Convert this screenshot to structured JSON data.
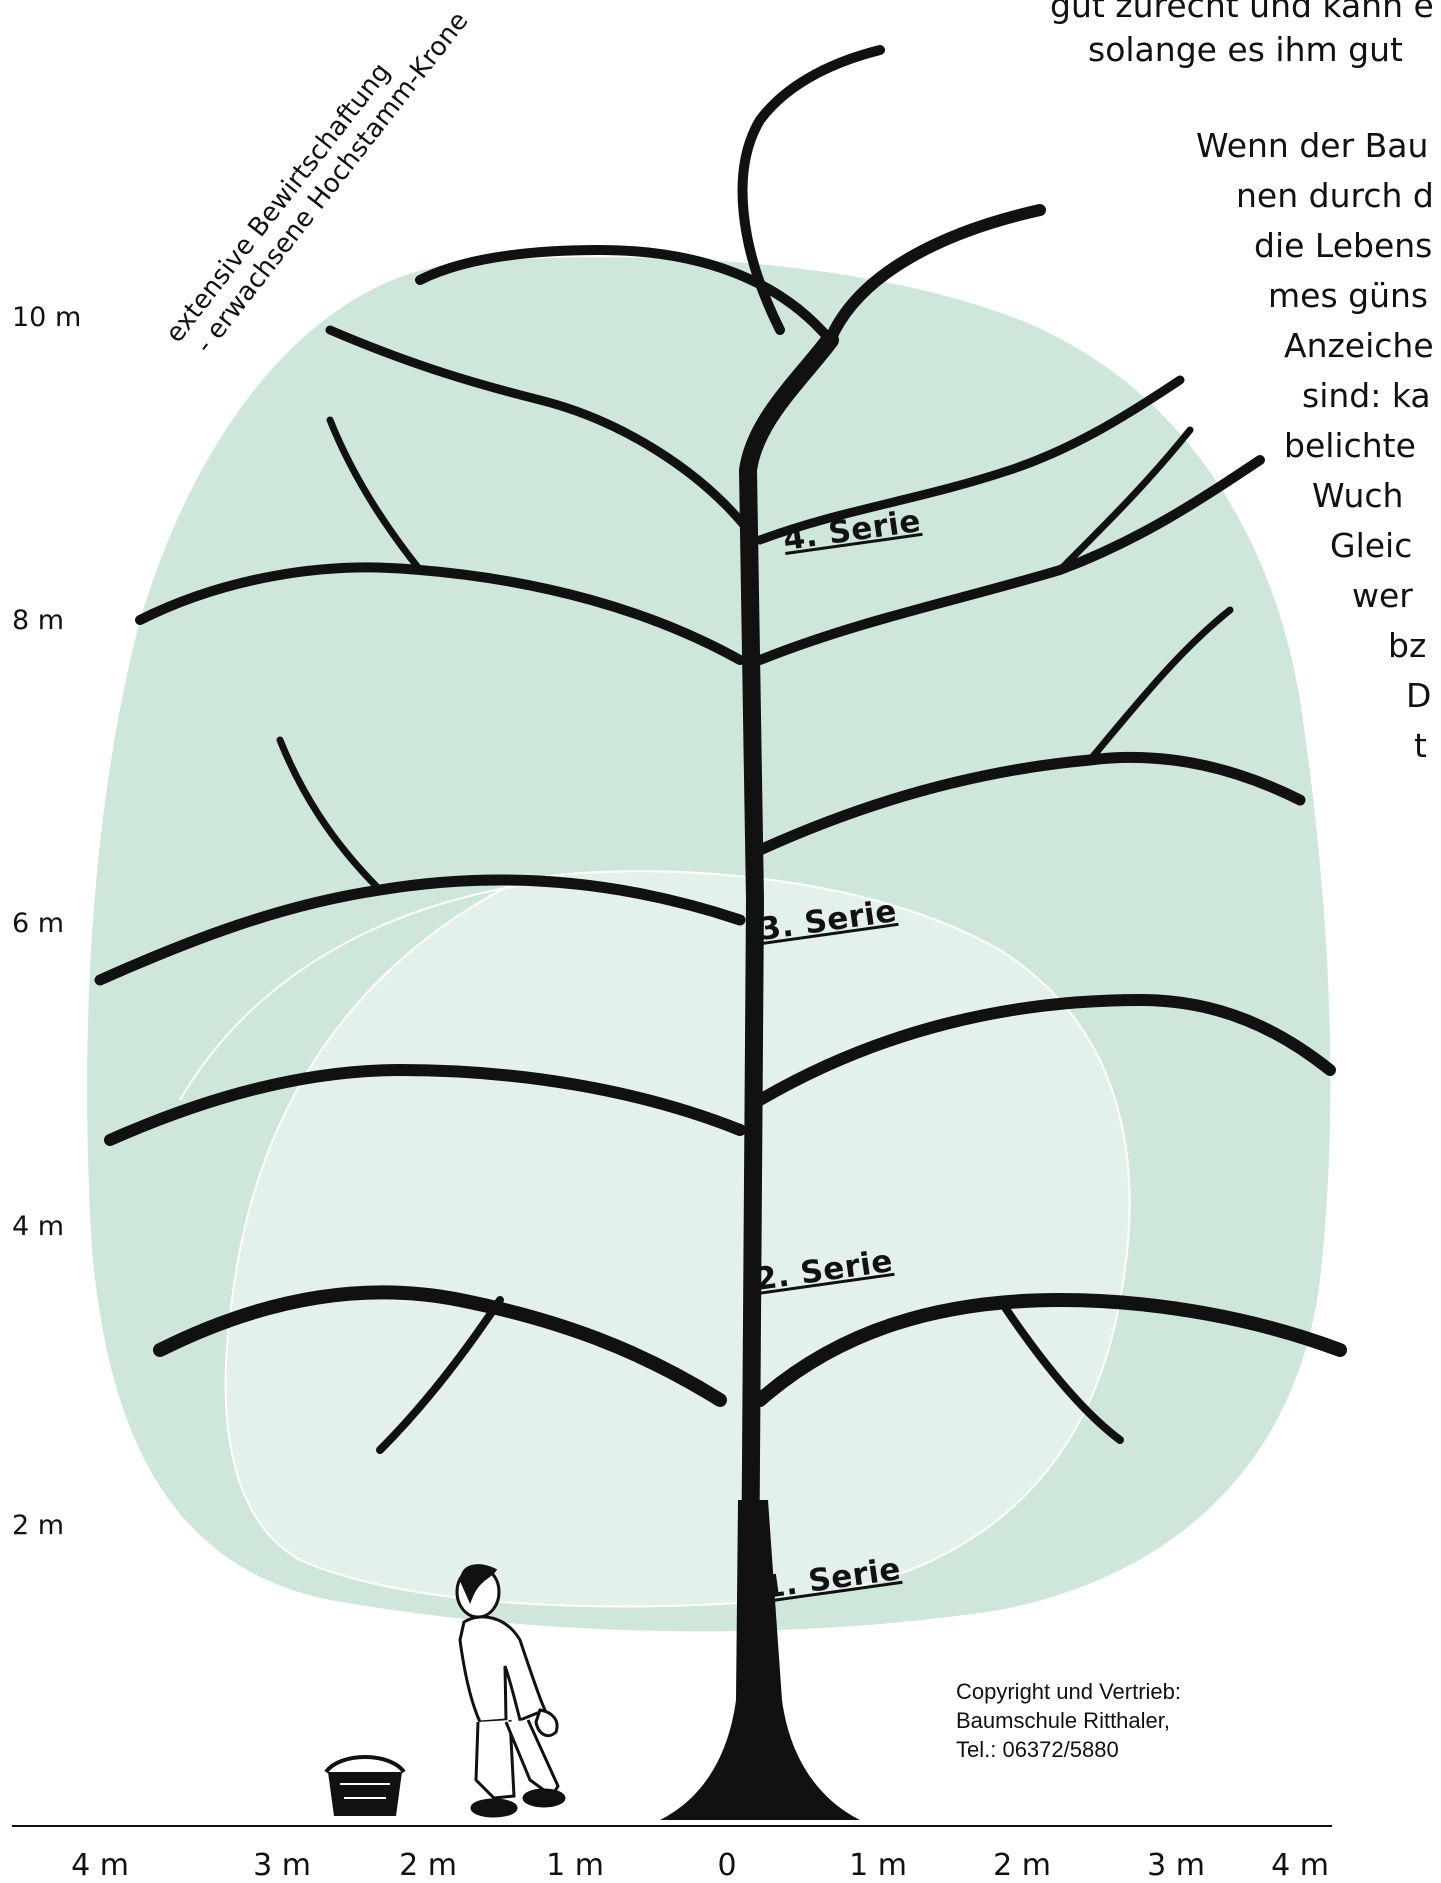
{
  "top_text": {
    "line1": "gut zurecht und kann e",
    "line2": "solange es ihm gut"
  },
  "side_text": {
    "lines": [
      "Wenn der Bau",
      "nen durch d",
      "die Lebens",
      "mes güns",
      "Anzeiche",
      "sind: ka",
      "belichte",
      "Wuch",
      "Gleic",
      "wer",
      "bz",
      "D",
      "t"
    ]
  },
  "crown_label": {
    "line1": "extensive Bewirtschaftung",
    "line2": "- erwachsene Hochstamm-Krone"
  },
  "series": [
    "4. Serie",
    "3. Serie",
    "2. Serie",
    "1. Serie"
  ],
  "y_axis": [
    "10 m",
    "8 m",
    "6 m",
    "4 m",
    "2 m"
  ],
  "x_axis": [
    "4 m",
    "3 m",
    "2 m",
    "1 m",
    "0",
    "1 m",
    "2 m",
    "3 m",
    "4 m"
  ],
  "copyright": {
    "line1": "Copyright und Vertrieb:",
    "line2": "Baumschule Ritthaler,",
    "line3": "Tel.: 06372/5880"
  },
  "colors": {
    "outer_crown": "#cfe6db",
    "inner_crown": "#e4f1ea",
    "tree": "#111111"
  }
}
